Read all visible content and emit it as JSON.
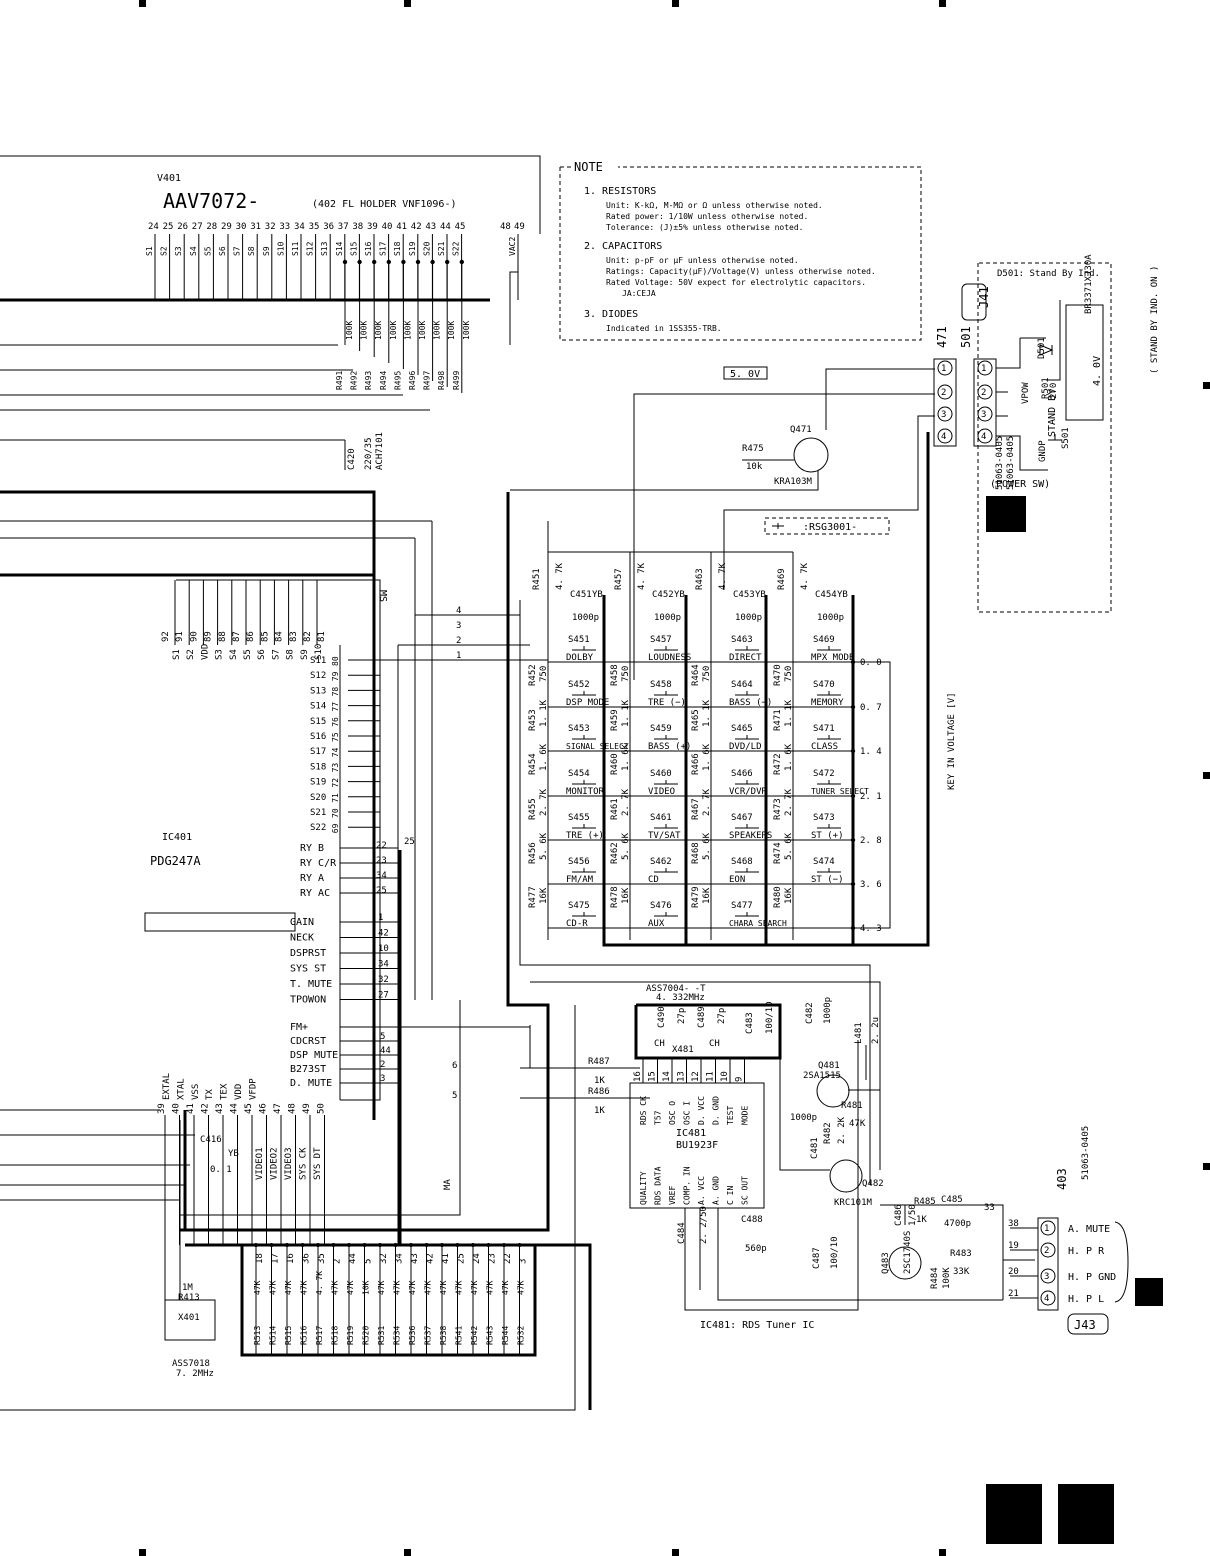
{
  "fl_holder": {
    "ref": "V401",
    "part": "AAV7072-",
    "note": "(402  FL HOLDER VNF1096-)",
    "pin_numbers": [
      "24",
      "25",
      "26",
      "27",
      "28",
      "29",
      "30",
      "31",
      "32",
      "33",
      "34",
      "35",
      "36",
      "37",
      "38",
      "39",
      "40",
      "41",
      "42",
      "43",
      "44",
      "45",
      "48",
      "49"
    ],
    "pin_signals": [
      "S1",
      "S2",
      "S3",
      "S4",
      "S5",
      "S6",
      "S7",
      "S8",
      "S9",
      "S10",
      "S11",
      "S12",
      "S13",
      "S14",
      "S15",
      "S16",
      "S17",
      "S18",
      "S19",
      "S20",
      "S21",
      "S22",
      "VAC2"
    ]
  },
  "resistor_array": [
    "R491",
    "R492",
    "R493",
    "R494",
    "R495",
    "R496",
    "R497",
    "R498",
    "R499"
  ],
  "resistor_array_value": "100K",
  "note": {
    "title": "NOTE",
    "resistors": "1. RESISTORS",
    "r_unit": "Unit: K-kΩ, M-MΩ or Ω unless otherwise noted.",
    "r_power": "Rated power: 1/10W unless otherwise noted.",
    "r_tol": "Tolerance: (J)±5% unless otherwise noted.",
    "capacitors": "2. CAPACITORS",
    "c_unit": "Unit: p-pF or µF unless otherwise noted.",
    "c_rating": "Ratings: Capacity(µF)/Voltage(V) unless otherwise noted.",
    "c_voltage": "Rated Voltage: 50V expect for electrolytic capacitors.",
    "c_maker": "JA:CEJA",
    "diodes": "3. DIODES",
    "d_text": "Indicated in 1SS355-TRB."
  },
  "standby": {
    "title": "D501: Stand By Ind.",
    "connector": "501",
    "connector_ref": "J41",
    "connector_471": "471",
    "part": "51063-0405",
    "pins": [
      "VPOW",
      "GNDP"
    ],
    "d501": "D501",
    "led": "BR3371XJ30A",
    "r501": "R501",
    "r501_val": "270",
    "voltage": "4. 0V",
    "voltage_note": "( STAND BY IND. ON )",
    "switch": "STAND BY",
    "s501": "S501",
    "power_sw": "(POWER SW)"
  },
  "supply": {
    "v5": "5. 0V",
    "r475": "R475",
    "r475_val": "10k",
    "q471": "Q471",
    "q471_part": "KRA103M",
    "c420": "C420",
    "c420_val": "220/35",
    "c420_part": "ACH7101"
  },
  "rsg": ":RSG3001-",
  "keys": {
    "pullups": [
      "R451",
      "R457",
      "R463",
      "R469"
    ],
    "pullup_val": "4. 7K",
    "caps": [
      "C451",
      "C452",
      "C453",
      "C454"
    ],
    "cap_val": "1000p",
    "cap_type": "YB",
    "row_numbers": [
      "4",
      "3",
      "2",
      "1"
    ],
    "columns": [
      {
        "switches": [
          "S451",
          "S452",
          "S453",
          "S454",
          "S455",
          "S456",
          "S475"
        ],
        "labels": [
          "DOLBY",
          "DSP MODE",
          "SIGNAL SELECT",
          "MONITOR",
          "TRE (+)",
          "FM/AM",
          "CD-R"
        ]
      },
      {
        "switches": [
          "S457",
          "S458",
          "S459",
          "S460",
          "S461",
          "S462",
          "S476"
        ],
        "labels": [
          "LOUDNESS",
          "TRE (−)",
          "BASS (+)",
          "VIDEO",
          "TV/SAT",
          "CD",
          "AUX"
        ]
      },
      {
        "switches": [
          "S463",
          "S464",
          "S465",
          "S466",
          "S467",
          "S468",
          "S477"
        ],
        "labels": [
          "DIRECT",
          "BASS (−)",
          "DVD/LD",
          "VCR/DVR",
          "SPEAKERS",
          "EON",
          "CHARA SEARCH"
        ]
      },
      {
        "switches": [
          "S469",
          "S470",
          "S471",
          "S472",
          "S473",
          "S474"
        ],
        "labels": [
          "MPX MODE",
          "MEMORY",
          "CLASS",
          "TUNER SELECT",
          "ST (+)",
          "ST (−)"
        ]
      }
    ],
    "ladder": [
      {
        "refs": [
          "R452",
          "R453",
          "R454",
          "R455",
          "R456",
          "R477"
        ],
        "vals": [
          "750",
          "1. 1K",
          "1. 6K",
          "2. 7K",
          "5. 6K",
          "16K"
        ]
      },
      {
        "refs": [
          "R458",
          "R459",
          "R460",
          "R461",
          "R462",
          "R478"
        ],
        "vals": [
          "750",
          "1. 1K",
          "1. 6K",
          "2. 7K",
          "5. 6K",
          "16K"
        ]
      },
      {
        "refs": [
          "R464",
          "R465",
          "R466",
          "R467",
          "R468",
          "R479"
        ],
        "vals": [
          "750",
          "1. 1K",
          "1. 6K",
          "2. 7K",
          "5. 6K",
          "16K"
        ]
      },
      {
        "refs": [
          "R470",
          "R471",
          "R472",
          "R473",
          "R474",
          "R480"
        ],
        "vals": [
          "750",
          "1. 1K",
          "1. 6K",
          "2. 7K",
          "5. 6K",
          "16K"
        ]
      }
    ],
    "voltages": [
      "0. 0",
      "0. 7",
      "1. 4",
      "2. 1",
      "2. 8",
      "3. 6",
      "4. 3"
    ],
    "axis_label": "KEY IN VOLTAGE [V]"
  },
  "ic401": {
    "ref": "IC401",
    "part": "PDG247A",
    "ms": "MS",
    "top_pins": [
      "S1",
      "S2",
      "VDD",
      "S3",
      "S4",
      "S5",
      "S6",
      "S7",
      "S8",
      "S9",
      "S10"
    ],
    "top_pin_nums": [
      "92",
      "91",
      "90",
      "89",
      "88",
      "87",
      "86",
      "85",
      "84",
      "83",
      "82",
      "81"
    ],
    "right_labels": [
      "S11",
      "S12",
      "S13",
      "S14",
      "S15",
      "S16",
      "S17",
      "S18",
      "S19",
      "S20",
      "S21",
      "S22"
    ],
    "right_nums": [
      "80",
      "79",
      "78",
      "77",
      "76",
      "75",
      "74",
      "73",
      "72",
      "71",
      "70",
      "69"
    ],
    "ry_labels": [
      "RY B",
      "RY C/R",
      "RY A",
      "RY AC"
    ],
    "ry_ext": [
      "22",
      "23",
      "34",
      "25"
    ],
    "ctrl_labels": [
      "GAIN",
      "NECK",
      "DSPRST",
      "SYS ST",
      "T. MUTE",
      "TPOWON"
    ],
    "ctrl_ext": [
      "1",
      "42",
      "10",
      "34",
      "32",
      "27"
    ],
    "lower_labels": [
      "FM+",
      "CDCRST",
      "DSP MUTE",
      "B273ST",
      "D. MUTE"
    ],
    "lower_ext": [
      "5",
      "44",
      "2",
      "3"
    ],
    "bottom_pins": [
      "EXTAL",
      "XTAL",
      "VSS",
      "TX",
      "TEX",
      "VDD",
      "VFDP"
    ],
    "bottom_nums": [
      "39",
      "40",
      "41",
      "42",
      "43",
      "44",
      "45",
      "46",
      "47",
      "48",
      "49",
      "50"
    ],
    "bottom_signals": [
      "VIDEO1",
      "VIDEO2",
      "VIDEO3",
      "SYS CK",
      "SYS DT"
    ],
    "wire_25": "25",
    "wire_6": "6",
    "wire_5": "5",
    "ma": "MA"
  },
  "osc": {
    "c416": "C416",
    "c416_val": "0. 1",
    "c416_type": "YB",
    "r413": "R413",
    "r413_val": "1M",
    "x401": "X401",
    "part": "ASS7018",
    "freq": "7. 2MHz"
  },
  "bottom_resistors": {
    "refs": [
      "R513",
      "R514",
      "R515",
      "R516",
      "R517",
      "R518",
      "R519",
      "R520",
      "R531",
      "R534",
      "R536",
      "R537",
      "R538",
      "R541",
      "R542",
      "R543",
      "R544",
      "R532"
    ],
    "vals": [
      "47K",
      "47K",
      "47K",
      "47K",
      "4. 7K",
      "47K",
      "47K",
      "10K",
      "47K",
      "47K",
      "47K",
      "47K",
      "47K",
      "47K",
      "47K",
      "47K",
      "47K",
      "47K"
    ],
    "pins": [
      "18",
      "17",
      "16",
      "36",
      "35",
      "2",
      "44",
      "5",
      "32",
      "34",
      "43",
      "42",
      "41",
      "25",
      "24",
      "23",
      "22",
      "3"
    ]
  },
  "rds": {
    "ic": "IC481",
    "part": "BU1923F",
    "title": "IC481: RDS Tuner IC",
    "xtal": "ASS7004- -T",
    "xtal_freq": "4. 332MHz",
    "x481": "X481",
    "c490": "C490",
    "c489": "C489",
    "c_27p": "27p",
    "ch": "CH",
    "c483": "C483",
    "c483_val": "100/10",
    "c482": "C482",
    "c482_val": "1000p",
    "r487": "R487",
    "r486": "R486",
    "r_1k": "1K",
    "pins_top": [
      "RDS CK",
      "T57",
      "OSC O",
      "OSC I",
      "D. VCC",
      "D. GND",
      "TEST",
      "MODE"
    ],
    "pin_nums_top": [
      "16",
      "15",
      "14",
      "13",
      "12",
      "11",
      "10",
      "9"
    ],
    "pins_bottom": [
      "QUALITY",
      "RDS DATA",
      "VREF",
      "COMP. IN",
      "A. VCC",
      "A. GND",
      "C IN",
      "SC OUT"
    ],
    "c484": "C484",
    "c484_val": "2. 2/50",
    "c488": "C488",
    "c488_val": "560p",
    "c487": "C487",
    "c487_val": "100/10",
    "c481": "C481",
    "c481_val": "1000p",
    "l481": "L481",
    "l481_val": "2. 2u",
    "q481": "Q481",
    "q481_part": "2SA1515",
    "r481": "R481",
    "r481_val": "47K",
    "r482": "R482",
    "r482_val": "2. 2K",
    "q482": "Q482",
    "q482_part": "KRC101M"
  },
  "out": {
    "r485": "R485",
    "r485_val": "1K",
    "c485": "C485",
    "c485_val": "4700p",
    "c486": "C486",
    "c486_val": "1/50",
    "q483": "Q483",
    "q483_part": "2SC1740S",
    "r483": "R483",
    "r483_val": "33K",
    "r484": "R484",
    "r484_val": "100K",
    "connector": "403",
    "connector_part": "51063-0405",
    "connector_ref": "J43",
    "wire_nums": [
      "33",
      "38",
      "19",
      "20",
      "21"
    ],
    "pins": [
      "A. MUTE",
      "H. P R",
      "H. P GND",
      "H. P L"
    ]
  }
}
